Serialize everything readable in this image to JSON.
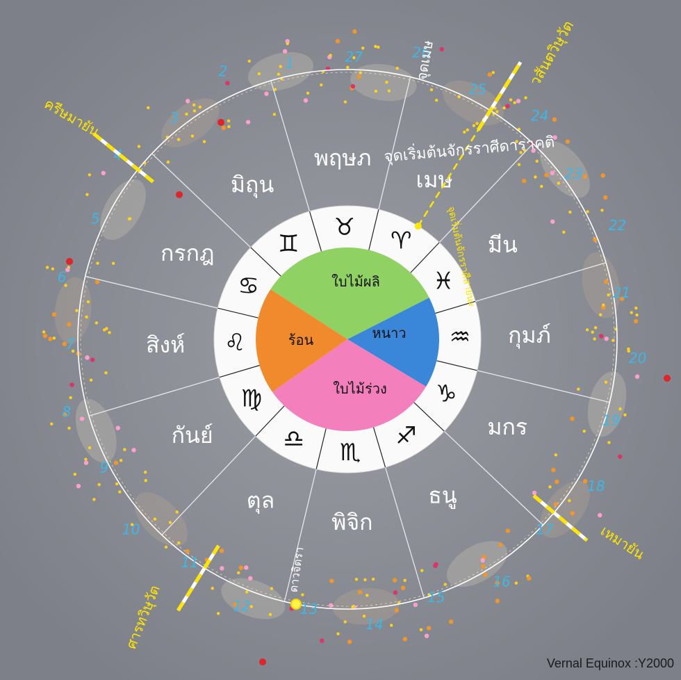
{
  "credit": "Vernal Equinox :Y2000",
  "seasons": [
    {
      "key": "spring",
      "label": "ใบไม้ผลิ",
      "color": "#8fd163"
    },
    {
      "key": "winter",
      "label": "หนาว",
      "color": "#3a86d8"
    },
    {
      "key": "autumn",
      "label": "ใบไม้ร่วง",
      "color": "#f47fbd"
    },
    {
      "key": "summer",
      "label": "ร้อน",
      "color": "#f08a2c"
    }
  ],
  "zodiac_signs": [
    {
      "glyph": "♈",
      "name": "เมษ"
    },
    {
      "glyph": "♓",
      "name": "มีน"
    },
    {
      "glyph": "♒",
      "name": "กุมภ์"
    },
    {
      "glyph": "♑",
      "name": "มกร"
    },
    {
      "glyph": "♐",
      "name": "ธนู"
    },
    {
      "glyph": "♏",
      "name": "พิจิก"
    },
    {
      "glyph": "♎",
      "name": "ตุล"
    },
    {
      "glyph": "♍",
      "name": "กันย์"
    },
    {
      "glyph": "♌",
      "name": "สิงห์"
    },
    {
      "glyph": "♋",
      "name": "กรกฎ"
    },
    {
      "glyph": "♊",
      "name": "มิถุน"
    },
    {
      "glyph": "♉",
      "name": "พฤษภ"
    }
  ],
  "annotations": {
    "equinox_point": "จุดเมษ",
    "sidereal_start": "จุดเริ่มต้นจักรราศีดาราคติ",
    "tropical_start": "จุดเริ่มต้นจักรราศีสายนะ",
    "vernal_equinox": "วสันตวิษุวัต",
    "autumnal_equinox": "ศารทวิษุวัต",
    "summer_solstice": "ครีษมายัน",
    "winter_solstice": "เหมายัน",
    "spica": "ดาวจิตรา"
  },
  "nakshatra_numbers": [
    "1",
    "2",
    "3",
    "4",
    "5",
    "6",
    "7",
    "8",
    "9",
    "10",
    "11",
    "12",
    "13",
    "14",
    "15",
    "16",
    "17",
    "18",
    "19",
    "20",
    "21",
    "22",
    "23",
    "24",
    "25",
    "26",
    "27"
  ],
  "colors": {
    "background": "#8a8d95",
    "ring": "#ffffff",
    "accent_yellow": "#ffe600",
    "number_blue": "#3fb7e6"
  }
}
